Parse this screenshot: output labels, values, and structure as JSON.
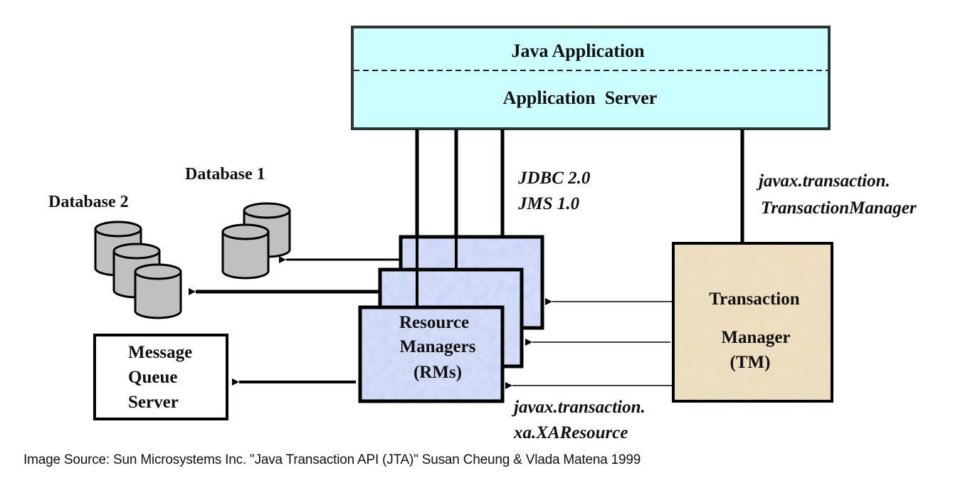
{
  "app_server_box": {
    "top_label": "Java Application",
    "bottom_label": "Application  Server",
    "fill": "#ccffff"
  },
  "api_labels": {
    "rm_api_line1": "JDBC 2.0",
    "rm_api_line2": "JMS 1.0",
    "tm_api_line1": "javax.transaction.",
    "tm_api_line2": "TransactionManager",
    "xa_api_line1": "javax.transaction.",
    "xa_api_line2": "xa.XAResource"
  },
  "databases": {
    "db1_label": "Database 1",
    "db2_label": "Database 2",
    "fill": "#c0c0c0"
  },
  "resource_managers": {
    "line1": "Resource",
    "line2": "Managers",
    "line3": "(RMs)",
    "fill": "#c8d4f4"
  },
  "message_queue": {
    "line1": "Message",
    "line2": "Queue",
    "line3": "Server"
  },
  "transaction_manager": {
    "line1": "Transaction",
    "line2": "Manager",
    "line3": "(TM)",
    "fill": "#ecdcbc"
  },
  "caption": "Image Source: Sun Microsystems Inc. \"Java Transaction API (JTA)\" Susan Cheung & Vlada Matena 1999"
}
